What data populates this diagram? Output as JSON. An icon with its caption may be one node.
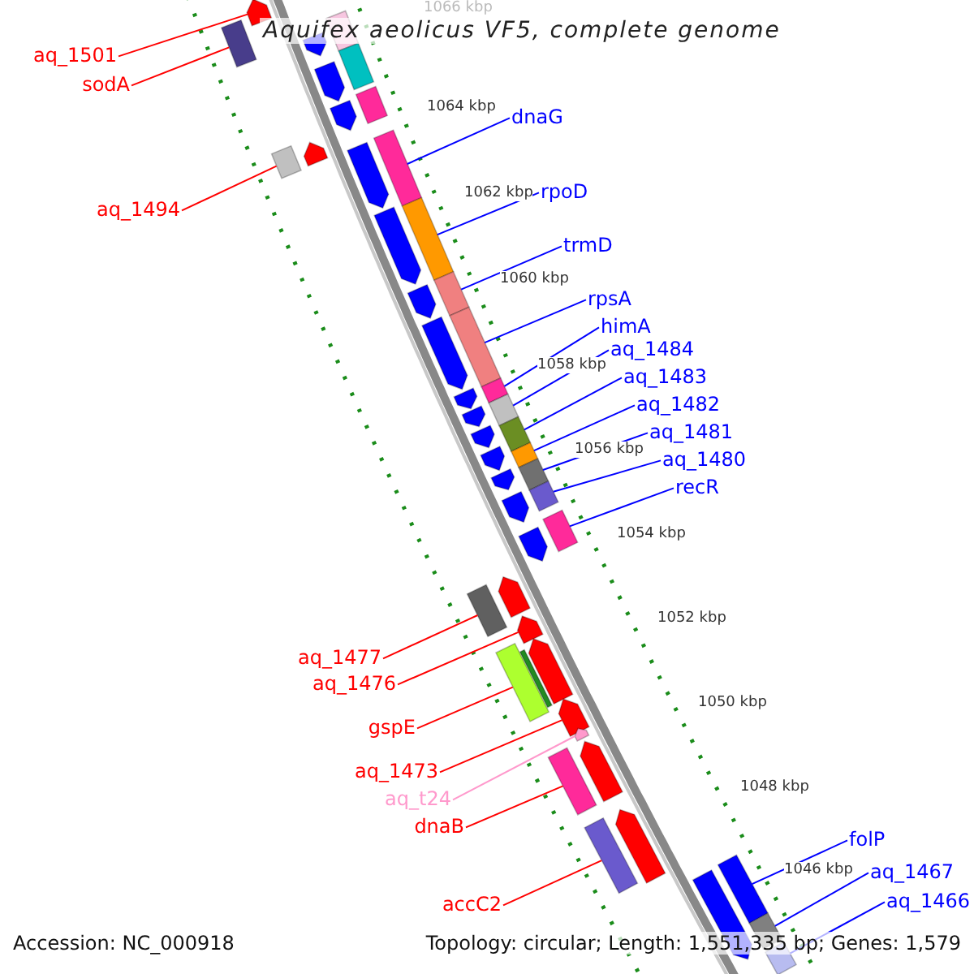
{
  "diagram": {
    "title": "Aquifex aeolicus VF5, complete genome",
    "nodes": [
      {
        "text": [
          "aq_1501"
        ]
      },
      {
        "text": [
          "sodA"
        ]
      },
      {
        "text": [
          "dnaG"
        ]
      },
      {
        "text": [
          "rpoD"
        ]
      },
      {
        "text": [
          "aq_1494"
        ]
      },
      {
        "text": [
          "trmD"
        ]
      },
      {
        "text": [
          "rpsA"
        ]
      },
      {
        "text": [
          "himA"
        ]
      },
      {
        "text": [
          "aq_1484"
        ]
      },
      {
        "text": [
          "aq_1483"
        ]
      },
      {
        "text": [
          "aq_1482"
        ]
      },
      {
        "text": [
          "aq_1481"
        ]
      },
      {
        "text": [
          "aq_1480"
        ]
      },
      {
        "text": [
          "recR"
        ]
      },
      {
        "text": [
          "aq_1477"
        ]
      },
      {
        "text": [
          "aq_1476"
        ]
      },
      {
        "text": [
          "gspE"
        ]
      },
      {
        "text": [
          "aq_1473"
        ]
      },
      {
        "text": [
          "aq_t24"
        ]
      },
      {
        "text": [
          "dnaB"
        ]
      },
      {
        "text": [
          "folP"
        ]
      },
      {
        "text": [
          "aq_1467"
        ]
      },
      {
        "text": [
          "accC2"
        ]
      },
      {
        "text": [
          "aq_1466"
        ]
      },
      {
        "text": [],
        "shape": "arrow"
      },
      {
        "text": [],
        "shape": "bar"
      },
      {
        "text": [],
        "shape": "bar"
      },
      {
        "text": [],
        "shape": "arrow"
      },
      {
        "text": [],
        "shape": "bar"
      },
      {
        "text": [],
        "shape": "arrow"
      },
      {
        "text": [],
        "shape": "bar"
      },
      {
        "text": [],
        "shape": "arrow"
      },
      {
        "text": [],
        "shape": "bar"
      },
      {
        "text": [],
        "shape": "arrow"
      },
      {
        "text": [],
        "shape": "arrow"
      },
      {
        "text": [],
        "shape": "bar"
      },
      {
        "text": [],
        "shape": "arrow"
      },
      {
        "text": [],
        "shape": "bar"
      },
      {
        "text": [],
        "shape": "arrow"
      },
      {
        "text": [],
        "shape": "bar"
      },
      {
        "text": [],
        "shape": "arrow"
      },
      {
        "text": [],
        "shape": "bar"
      },
      {
        "text": [],
        "shape": "arrow"
      },
      {
        "text": [],
        "shape": "bar"
      },
      {
        "text": [],
        "shape": "arrow"
      },
      {
        "text": [],
        "shape": "bar"
      },
      {
        "text": [],
        "shape": "arrow"
      },
      {
        "text": [],
        "shape": "bar"
      },
      {
        "text": [],
        "shape": "arrow"
      },
      {
        "text": [],
        "shape": "bar"
      },
      {
        "text": [],
        "shape": "arrow"
      },
      {
        "text": [],
        "shape": "bar"
      },
      {
        "text": [],
        "shape": "bar"
      },
      {
        "text": [],
        "shape": "arrow"
      },
      {
        "text": [],
        "shape": "bar"
      },
      {
        "text": [],
        "shape": "arrow"
      },
      {
        "text": [],
        "shape": "arrow"
      },
      {
        "text": [],
        "shape": "bar"
      },
      {
        "text": [],
        "shape": "arrow"
      },
      {
        "text": [],
        "shape": "bar"
      },
      {
        "text": [],
        "shape": "arrow"
      },
      {
        "text": [],
        "shape": "bar"
      },
      {
        "text": [],
        "shape": "arrow"
      },
      {
        "text": [],
        "shape": "arrow"
      },
      {
        "text": [],
        "shape": "bar"
      },
      {
        "text": [],
        "shape": "arrow"
      },
      {
        "text": [],
        "shape": "bar"
      },
      {
        "text": [],
        "shape": "arrow"
      },
      {
        "text": [],
        "shape": "bar"
      },
      {
        "text": [],
        "shape": "arrow"
      },
      {
        "text": [],
        "shape": "bar"
      },
      {
        "text": [],
        "shape": "bar"
      }
    ],
    "edges": [
      {
        "from": 0,
        "to": 24,
        "arrow": "none",
        "color": "#ff0000"
      },
      {
        "from": 1,
        "to": 25,
        "arrow": "none",
        "color": "#ff0000"
      },
      {
        "from": 2,
        "to": 35,
        "arrow": "none"
      },
      {
        "from": 3,
        "to": 37,
        "arrow": "none"
      },
      {
        "from": 4,
        "to": 32,
        "arrow": "none",
        "color": "#ff0000"
      },
      {
        "from": 5,
        "to": 39,
        "arrow": "none"
      },
      {
        "from": 6,
        "to": 41,
        "arrow": "none"
      },
      {
        "from": 7,
        "to": 43,
        "arrow": "none"
      },
      {
        "from": 8,
        "to": 45,
        "arrow": "none"
      },
      {
        "from": 9,
        "to": 47,
        "arrow": "none"
      },
      {
        "from": 10,
        "to": 49,
        "arrow": "none"
      },
      {
        "from": 11,
        "to": 51,
        "arrow": "none"
      },
      {
        "from": 12,
        "to": 52,
        "arrow": "none"
      },
      {
        "from": 13,
        "to": 54,
        "arrow": "none"
      },
      {
        "from": 14,
        "to": 57,
        "arrow": "none",
        "color": "#ff0000"
      },
      {
        "from": 15,
        "to": 58,
        "arrow": "none",
        "color": "#ff0000"
      },
      {
        "from": 16,
        "to": 61,
        "arrow": "none",
        "color": "#ff0000"
      },
      {
        "from": 17,
        "to": 62,
        "arrow": "none",
        "color": "#ff0000"
      },
      {
        "from": 18,
        "to": 63,
        "arrow": "none",
        "color": "#ff99cc"
      },
      {
        "from": 19,
        "to": 64,
        "arrow": "none",
        "color": "#ff0000"
      },
      {
        "from": 20,
        "to": 68,
        "arrow": "none"
      },
      {
        "from": 21,
        "to": 70,
        "arrow": "none"
      },
      {
        "from": 22,
        "to": 66,
        "arrow": "none",
        "color": "#ff0000"
      },
      {
        "from": 23,
        "to": 71,
        "arrow": "none"
      }
    ],
    "labels": [
      "1066 kbp",
      "1064 kbp",
      "1062 kbp",
      "1060 kbp",
      "1058 kbp",
      "1056 kbp",
      "1054 kbp",
      "1052 kbp",
      "1050 kbp",
      "1048 kbp",
      "1046 kbp",
      "Accession: NC_000918",
      "Topology: circular; Length: 1,551,335 bp; Genes: 1,579"
    ]
  }
}
